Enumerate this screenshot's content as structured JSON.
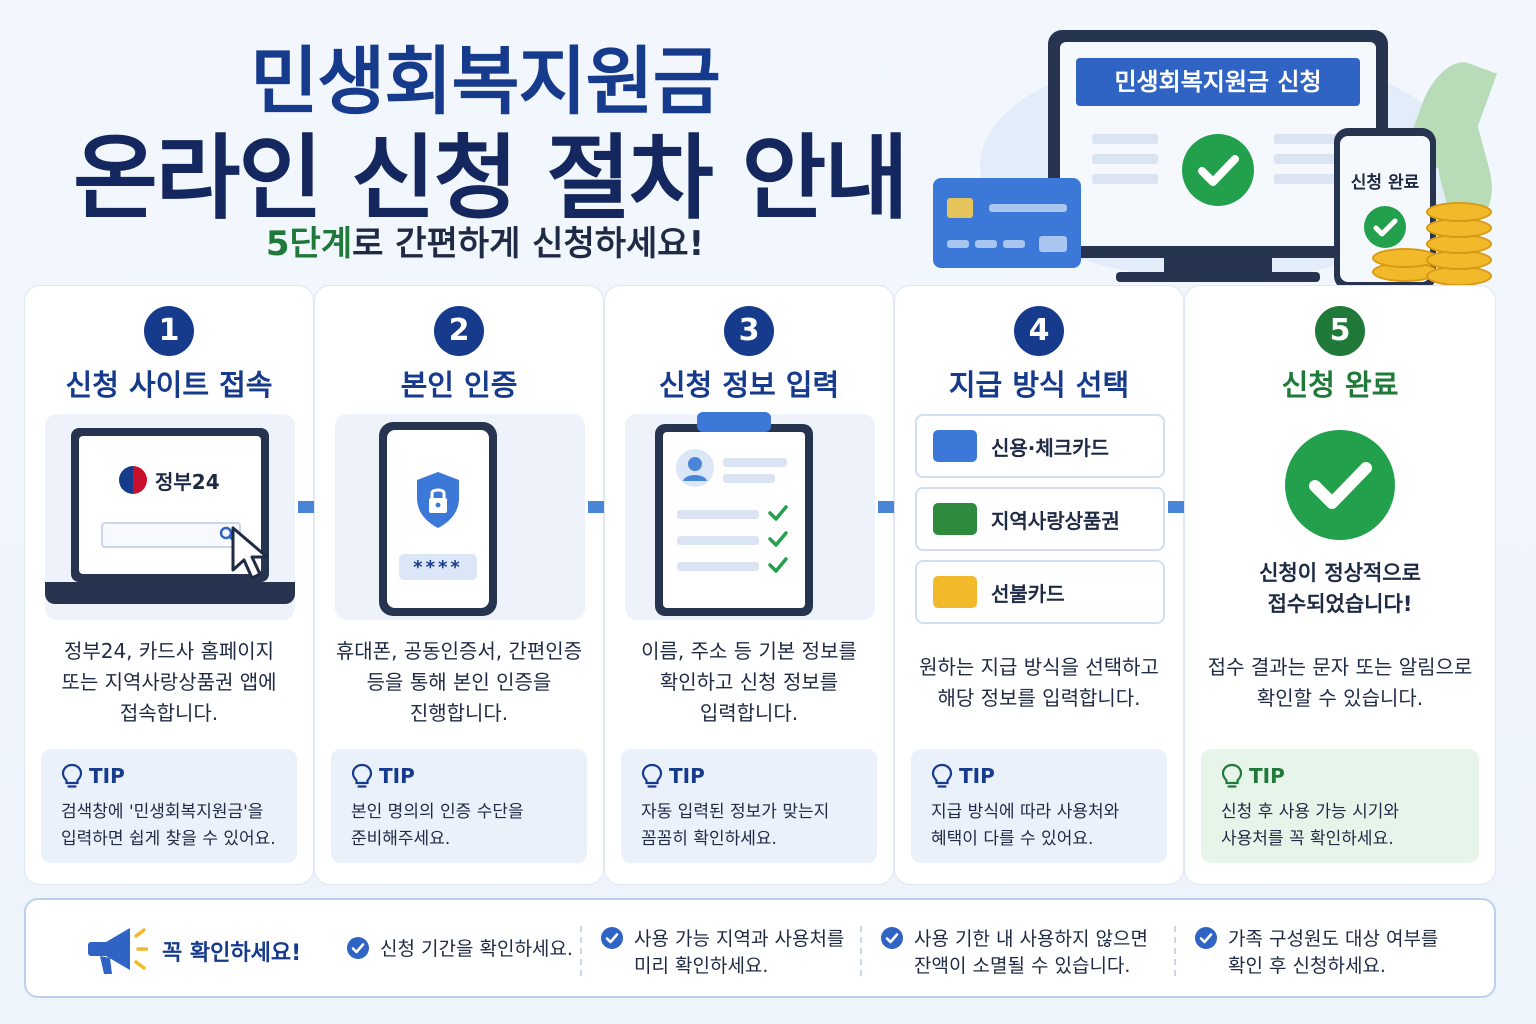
{
  "header": {
    "title_line1": "민생회복지원금",
    "title_line2": "온라인 신청 절차 안내",
    "subtitle_highlight": "5단계",
    "subtitle_rest": "로 간편하게 신청하세요!"
  },
  "hero": {
    "monitor_banner": "민생회복지원금 신청",
    "phone_text": "신청 완료"
  },
  "steps": [
    {
      "number": "1",
      "title": "신청 사이트 접속",
      "site_name": "정부24",
      "desc": "정부24, 카드사 홈페이지\n또는 지역사랑상품권 앱에\n접속합니다.",
      "tip_label": "TIP",
      "tip": "검색창에 '민생회복지원금'을\n입력하면 쉽게 찾을 수 있어요."
    },
    {
      "number": "2",
      "title": "본인 인증",
      "password_mask": "****",
      "desc": "휴대폰, 공동인증서, 간편인증\n등을 통해 본인 인증을\n진행합니다.",
      "tip_label": "TIP",
      "tip": "본인 명의의 인증 수단을\n준비해주세요."
    },
    {
      "number": "3",
      "title": "신청 정보 입력",
      "desc": "이름, 주소 등 기본 정보를\n확인하고 신청 정보를\n입력합니다.",
      "tip_label": "TIP",
      "tip": "자동 입력된 정보가 맞는지\n꼼꼼히 확인하세요."
    },
    {
      "number": "4",
      "title": "지급 방식 선택",
      "options": [
        {
          "label": "신용·체크카드",
          "color": "#3b78d8"
        },
        {
          "label": "지역사랑상품권",
          "color": "#2e8b3e"
        },
        {
          "label": "선불카드",
          "color": "#f2b92b"
        }
      ],
      "desc": "원하는 지급 방식을 선택하고\n해당 정보를 입력합니다.",
      "tip_label": "TIP",
      "tip": "지급 방식에 따라 사용처와\n혜택이 다를 수 있어요."
    },
    {
      "number": "5",
      "title": "신청 완료",
      "done_message": "신청이 정상적으로\n접수되었습니다!",
      "desc": "접수 결과는 문자 또는 알림으로\n확인할 수 있습니다.",
      "tip_label": "TIP",
      "tip": "신청 후 사용 가능 시기와\n사용처를 꼭 확인하세요."
    }
  ],
  "notice": {
    "title": "꼭 확인하세요!",
    "items": [
      "신청 기간을 확인하세요.",
      "사용 가능 지역과 사용처를\n미리 확인하세요.",
      "사용 기한 내 사용하지 않으면\n잔액이 소멸될 수 있습니다.",
      "가족 구성원도 대상 여부를\n확인 후 신청하세요."
    ]
  },
  "colors": {
    "primary": "#163a8c",
    "accent_green": "#1f7a3a",
    "check_green": "#22a04b",
    "light_blue": "#eaf1fb"
  }
}
